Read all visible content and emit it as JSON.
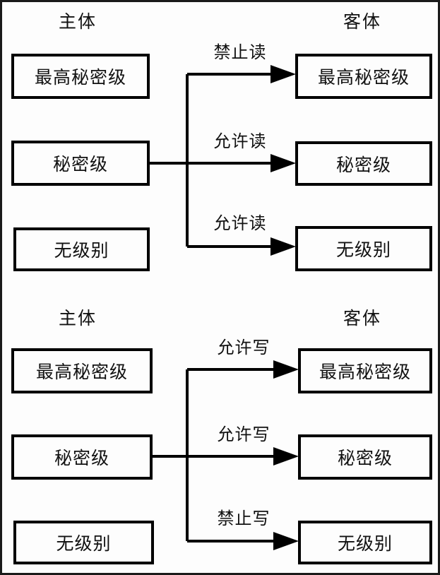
{
  "figure": {
    "background_color": "#fdfdfd",
    "line_color": "#000000",
    "text_color": "#111111",
    "border_color": "#1a1a1a"
  },
  "diagrams": [
    {
      "id": "read-rules",
      "headers": {
        "subject": "主体",
        "object": "客体"
      },
      "subjects": [
        {
          "label": "最高秘密级"
        },
        {
          "label": "秘密级"
        },
        {
          "label": "无级别"
        }
      ],
      "objects": [
        {
          "label": "最高秘密级"
        },
        {
          "label": "秘密级"
        },
        {
          "label": "无级别"
        }
      ],
      "edges": [
        {
          "from": "秘密级",
          "to": "最高秘密级",
          "label": "禁止读"
        },
        {
          "from": "秘密级",
          "to": "秘密级",
          "label": "允许读"
        },
        {
          "from": "秘密级",
          "to": "无级别",
          "label": "允许读"
        }
      ]
    },
    {
      "id": "write-rules",
      "headers": {
        "subject": "主体",
        "object": "客体"
      },
      "subjects": [
        {
          "label": "最高秘密级"
        },
        {
          "label": "秘密级"
        },
        {
          "label": "无级别"
        }
      ],
      "objects": [
        {
          "label": "最高秘密级"
        },
        {
          "label": "秘密级"
        },
        {
          "label": "无级别"
        }
      ],
      "edges": [
        {
          "from": "秘密级",
          "to": "最高秘密级",
          "label": "允许写"
        },
        {
          "from": "秘密级",
          "to": "秘密级",
          "label": "允许写"
        },
        {
          "from": "秘密级",
          "to": "无级别",
          "label": "禁止写"
        }
      ]
    }
  ]
}
